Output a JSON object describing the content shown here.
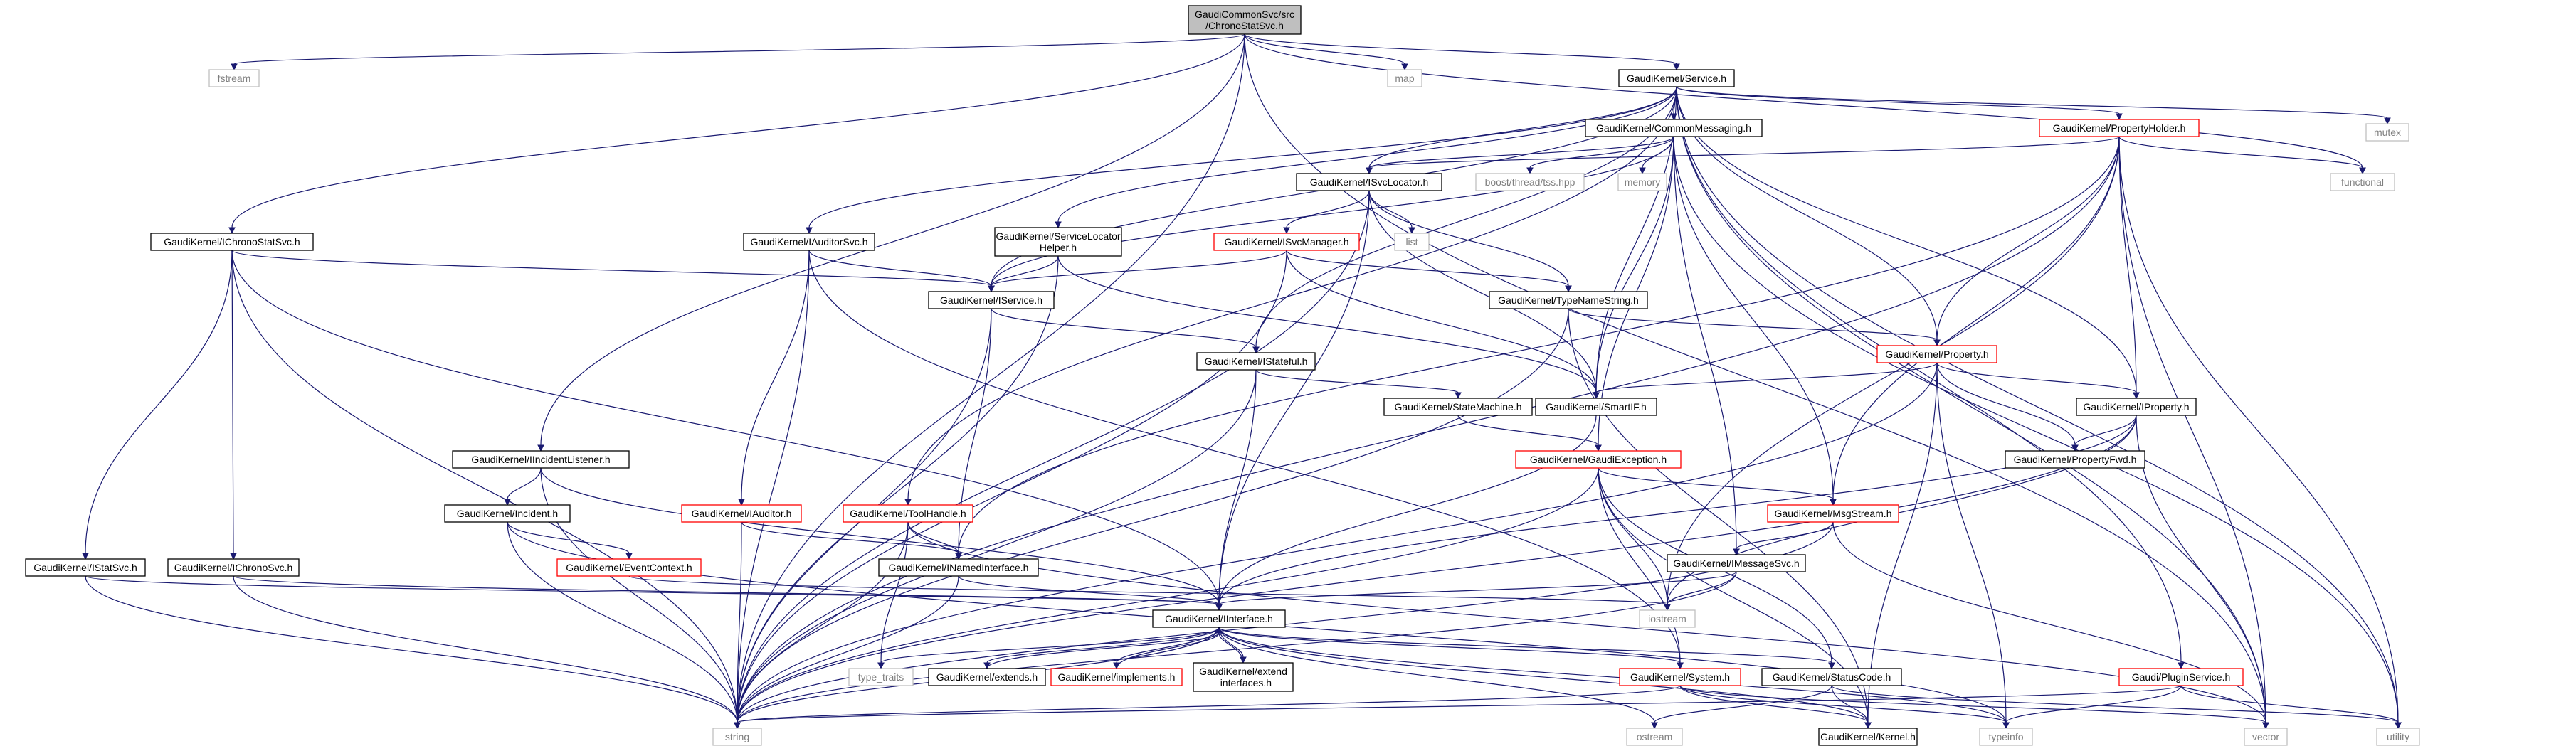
{
  "colors": {
    "edge": "#191970",
    "node_fill": "#ffffff",
    "node_border": "#000000",
    "root_fill": "#bfbfbf",
    "red_border": "#ff0000",
    "system_border": "#bfbfbf",
    "text": "#000000",
    "system_text": "#7f7f7f"
  },
  "nodes": [
    {
      "id": "root",
      "label": [
        "GaudiCommonSvc/src",
        "/ChronoStatSvc.h"
      ],
      "style": "root"
    },
    {
      "id": "fstream",
      "label": [
        "fstream"
      ],
      "style": "system"
    },
    {
      "id": "map",
      "label": [
        "map"
      ],
      "style": "system"
    },
    {
      "id": "service",
      "label": [
        "GaudiKernel/Service.h"
      ],
      "style": "normal"
    },
    {
      "id": "mutex",
      "label": [
        "mutex"
      ],
      "style": "system"
    },
    {
      "id": "commonmsg",
      "label": [
        "GaudiKernel/CommonMessaging.h"
      ],
      "style": "normal"
    },
    {
      "id": "propholder",
      "label": [
        "GaudiKernel/PropertyHolder.h"
      ],
      "style": "red"
    },
    {
      "id": "isvclocator",
      "label": [
        "GaudiKernel/ISvcLocator.h"
      ],
      "style": "normal"
    },
    {
      "id": "boostthread",
      "label": [
        "boost/thread/tss.hpp"
      ],
      "style": "system"
    },
    {
      "id": "memory",
      "label": [
        "memory"
      ],
      "style": "system"
    },
    {
      "id": "functional",
      "label": [
        "functional"
      ],
      "style": "system"
    },
    {
      "id": "ichronostat",
      "label": [
        "GaudiKernel/IChronoStatSvc.h"
      ],
      "style": "normal"
    },
    {
      "id": "iauditorsvc",
      "label": [
        "GaudiKernel/IAuditorSvc.h"
      ],
      "style": "normal"
    },
    {
      "id": "svclocatorhelper",
      "label": [
        "GaudiKernel/ServiceLocator",
        "Helper.h"
      ],
      "style": "normal"
    },
    {
      "id": "list",
      "label": [
        "list"
      ],
      "style": "system"
    },
    {
      "id": "isvcmanager",
      "label": [
        "GaudiKernel/ISvcManager.h"
      ],
      "style": "red"
    },
    {
      "id": "iservice",
      "label": [
        "GaudiKernel/IService.h"
      ],
      "style": "normal"
    },
    {
      "id": "typenamestring",
      "label": [
        "GaudiKernel/TypeNameString.h"
      ],
      "style": "normal"
    },
    {
      "id": "istateful",
      "label": [
        "GaudiKernel/IStateful.h"
      ],
      "style": "normal"
    },
    {
      "id": "property",
      "label": [
        "GaudiKernel/Property.h"
      ],
      "style": "red"
    },
    {
      "id": "smartif",
      "label": [
        "GaudiKernel/SmartIF.h"
      ],
      "style": "normal"
    },
    {
      "id": "statemachine",
      "label": [
        "GaudiKernel/StateMachine.h"
      ],
      "style": "normal"
    },
    {
      "id": "iproperty",
      "label": [
        "GaudiKernel/IProperty.h"
      ],
      "style": "normal"
    },
    {
      "id": "iincidentlistener",
      "label": [
        "GaudiKernel/IIncidentListener.h"
      ],
      "style": "normal"
    },
    {
      "id": "gaudiexception",
      "label": [
        "GaudiKernel/GaudiException.h"
      ],
      "style": "red"
    },
    {
      "id": "propertyfwd",
      "label": [
        "GaudiKernel/PropertyFwd.h"
      ],
      "style": "normal"
    },
    {
      "id": "incident",
      "label": [
        "GaudiKernel/Incident.h"
      ],
      "style": "normal"
    },
    {
      "id": "iauditor",
      "label": [
        "GaudiKernel/IAuditor.h"
      ],
      "style": "red"
    },
    {
      "id": "toolhandle",
      "label": [
        "GaudiKernel/ToolHandle.h"
      ],
      "style": "red"
    },
    {
      "id": "msgstream",
      "label": [
        "GaudiKernel/MsgStream.h"
      ],
      "style": "red"
    },
    {
      "id": "eventcontext",
      "label": [
        "GaudiKernel/EventContext.h"
      ],
      "style": "red"
    },
    {
      "id": "istatsvc",
      "label": [
        "GaudiKernel/IStatSvc.h"
      ],
      "style": "normal"
    },
    {
      "id": "ichronosvc",
      "label": [
        "GaudiKernel/IChronoSvc.h"
      ],
      "style": "normal"
    },
    {
      "id": "inamedinterface",
      "label": [
        "GaudiKernel/INamedInterface.h"
      ],
      "style": "normal"
    },
    {
      "id": "imessagesvc",
      "label": [
        "GaudiKernel/IMessageSvc.h"
      ],
      "style": "normal"
    },
    {
      "id": "iostream",
      "label": [
        "iostream"
      ],
      "style": "system"
    },
    {
      "id": "iinterface",
      "label": [
        "GaudiKernel/IInterface.h"
      ],
      "style": "normal"
    },
    {
      "id": "typetraits",
      "label": [
        "type_traits"
      ],
      "style": "system"
    },
    {
      "id": "extends",
      "label": [
        "GaudiKernel/extends.h"
      ],
      "style": "normal"
    },
    {
      "id": "implements",
      "label": [
        "GaudiKernel/implements.h"
      ],
      "style": "red"
    },
    {
      "id": "extendinterfaces",
      "label": [
        "GaudiKernel/extend",
        "_interfaces.h"
      ],
      "style": "normal"
    },
    {
      "id": "system",
      "label": [
        "GaudiKernel/System.h"
      ],
      "style": "red"
    },
    {
      "id": "statuscode",
      "label": [
        "GaudiKernel/StatusCode.h"
      ],
      "style": "normal"
    },
    {
      "id": "pluginservice",
      "label": [
        "Gaudi/PluginService.h"
      ],
      "style": "red"
    },
    {
      "id": "string",
      "label": [
        "string"
      ],
      "style": "system"
    },
    {
      "id": "ostream",
      "label": [
        "ostream"
      ],
      "style": "system"
    },
    {
      "id": "kernel",
      "label": [
        "GaudiKernel/Kernel.h"
      ],
      "style": "normal"
    },
    {
      "id": "typeinfo",
      "label": [
        "typeinfo"
      ],
      "style": "system"
    },
    {
      "id": "vector",
      "label": [
        "vector"
      ],
      "style": "system"
    },
    {
      "id": "utility",
      "label": [
        "utility"
      ],
      "style": "system"
    }
  ]
}
